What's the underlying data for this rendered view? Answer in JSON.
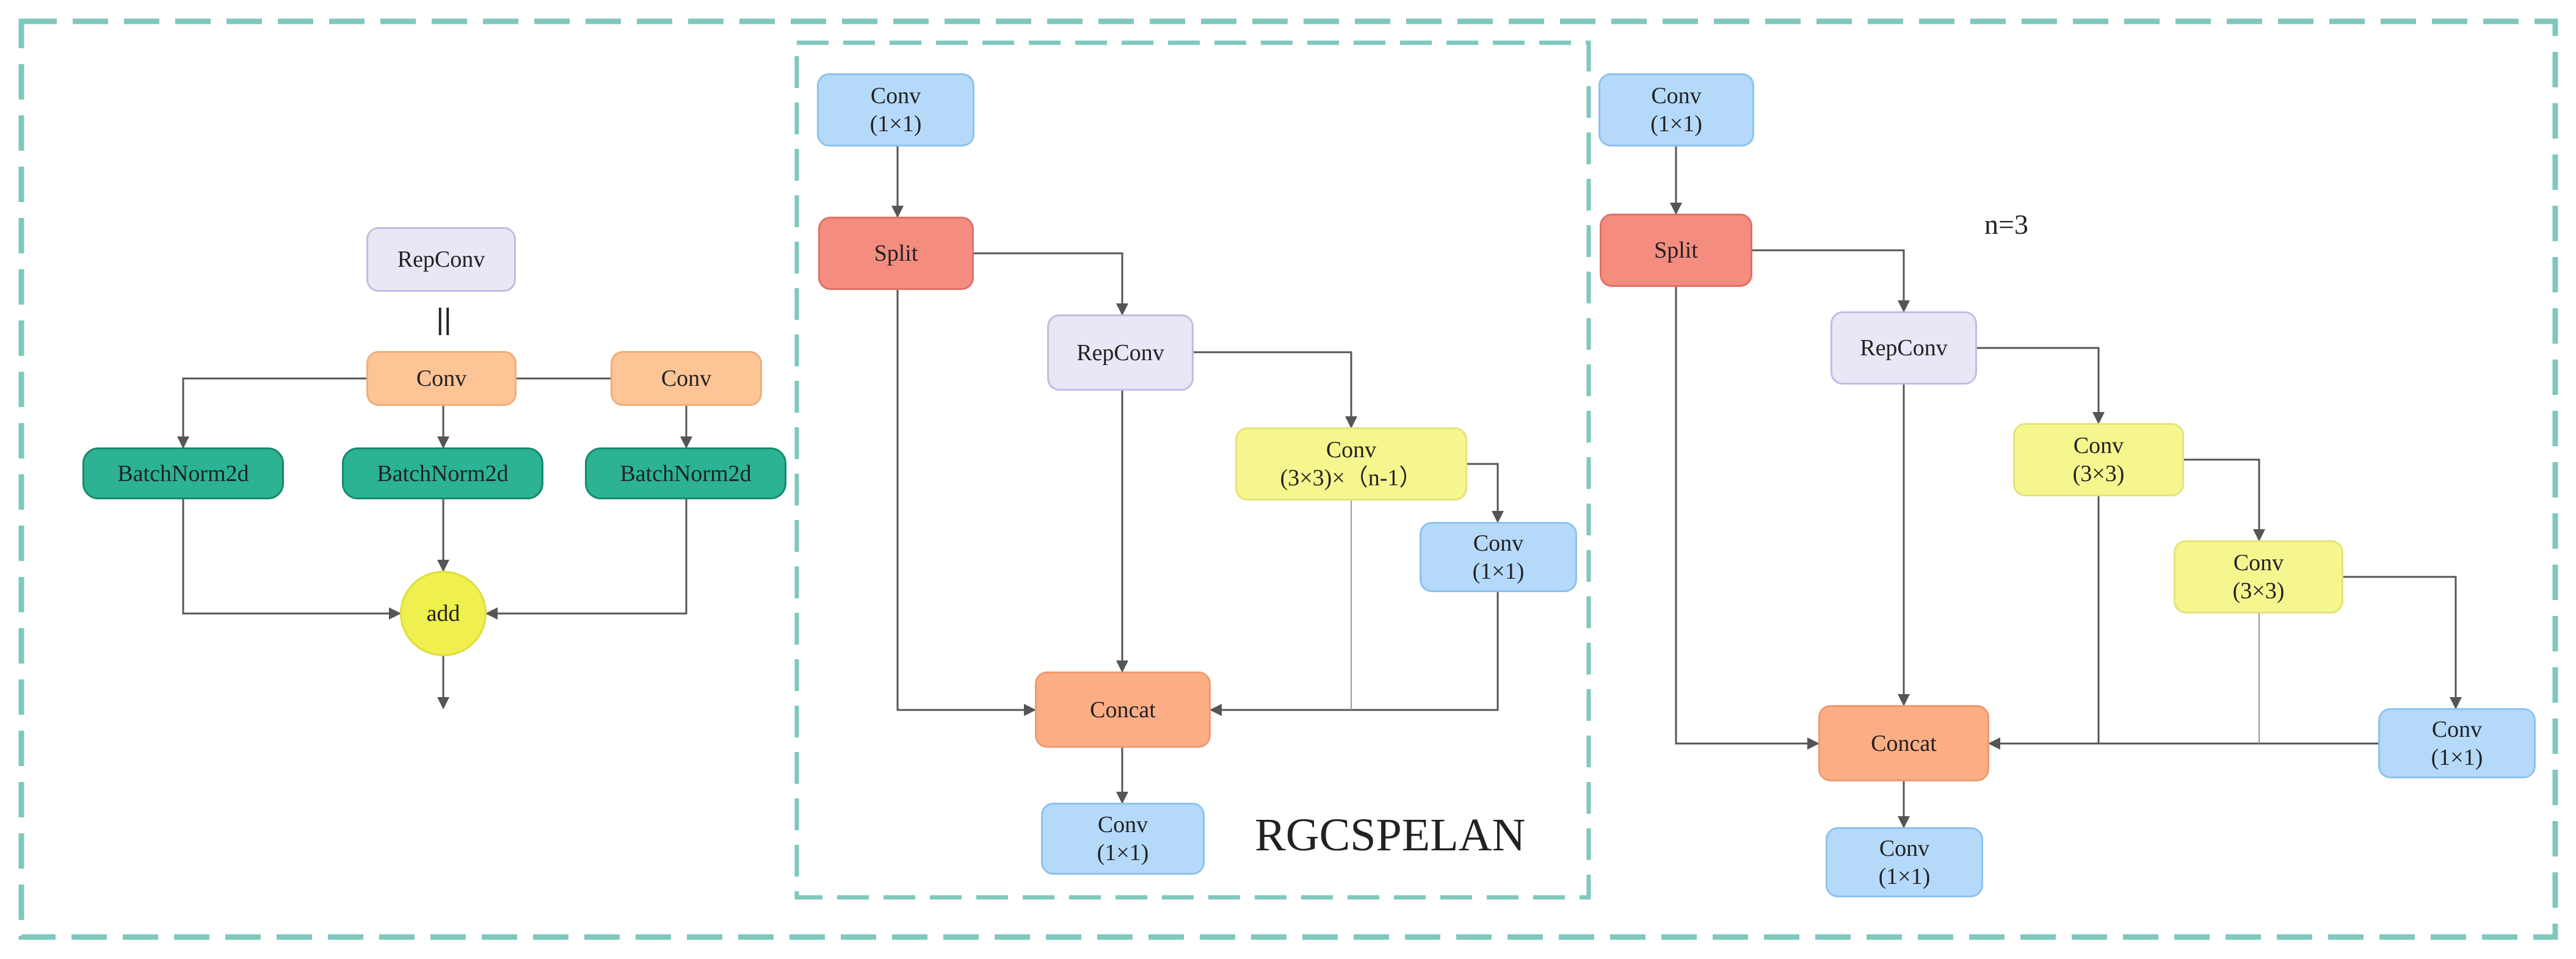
{
  "colors": {
    "border_dashed": "#7ec8bd",
    "conv_1x1": "#b5d9f9",
    "split": "#f58c80",
    "repconv": "#e9e6f5",
    "conv_3x3": "#f6f68f",
    "conv_orange": "#fdc496",
    "concat": "#fbae86",
    "batchnorm": "#2bb394",
    "add": "#efef4f",
    "arrow": "#555555"
  },
  "left": {
    "repconv": "RepConv",
    "equals": "||",
    "conv_main": "Conv",
    "conv_side": "Conv",
    "bn1": "BatchNorm2d",
    "bn2": "BatchNorm2d",
    "bn3": "BatchNorm2d",
    "add": "add"
  },
  "middle": {
    "conv_top": {
      "line1": "Conv",
      "line2": "(1×1)"
    },
    "split": "Split",
    "repconv": "RepConv",
    "conv_3x3": {
      "line1": "Conv",
      "line2": "(3×3)×（n-1）"
    },
    "conv_1x1_right": {
      "line1": "Conv",
      "line2": "(1×1)"
    },
    "concat": "Concat",
    "conv_bottom": {
      "line1": "Conv",
      "line2": "(1×1)"
    },
    "title": "RGCSPELAN"
  },
  "right": {
    "n_label": "n=3",
    "conv_top": {
      "line1": "Conv",
      "line2": "(1×1)"
    },
    "split": "Split",
    "repconv": "RepConv",
    "conv_3x3_a": {
      "line1": "Conv",
      "line2": "(3×3)"
    },
    "conv_3x3_b": {
      "line1": "Conv",
      "line2": "(3×3)"
    },
    "conv_1x1_right": {
      "line1": "Conv",
      "line2": "(1×1)"
    },
    "concat": "Concat",
    "conv_bottom": {
      "line1": "Conv",
      "line2": "(1×1)"
    }
  }
}
